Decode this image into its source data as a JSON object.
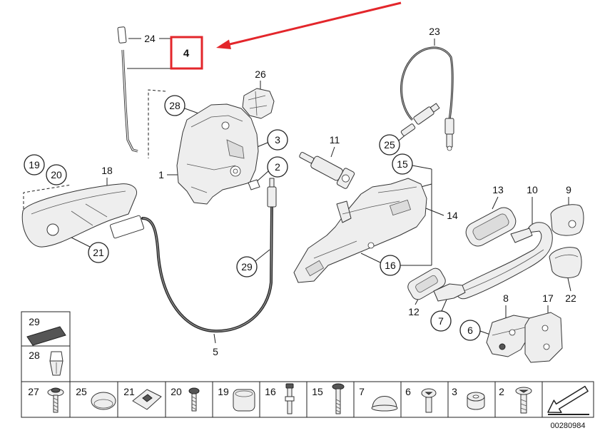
{
  "diagram": {
    "highlighted_callout": "4",
    "callouts": [
      "24",
      "23",
      "26",
      "28",
      "3",
      "11",
      "25",
      "15",
      "2",
      "1",
      "19",
      "20",
      "18",
      "14",
      "13",
      "10",
      "9",
      "21",
      "29",
      "16",
      "12",
      "7",
      "22",
      "8",
      "17",
      "6",
      "5"
    ]
  },
  "legend": {
    "column": [
      "29",
      "28"
    ],
    "row": [
      "27",
      "25",
      "21",
      "20",
      "19",
      "16",
      "15",
      "7",
      "6",
      "3",
      "2"
    ]
  },
  "drawing_number": "00280984",
  "colors": {
    "highlight": "#e3262b",
    "line": "#222222",
    "part_fill": "#eeeeee"
  }
}
